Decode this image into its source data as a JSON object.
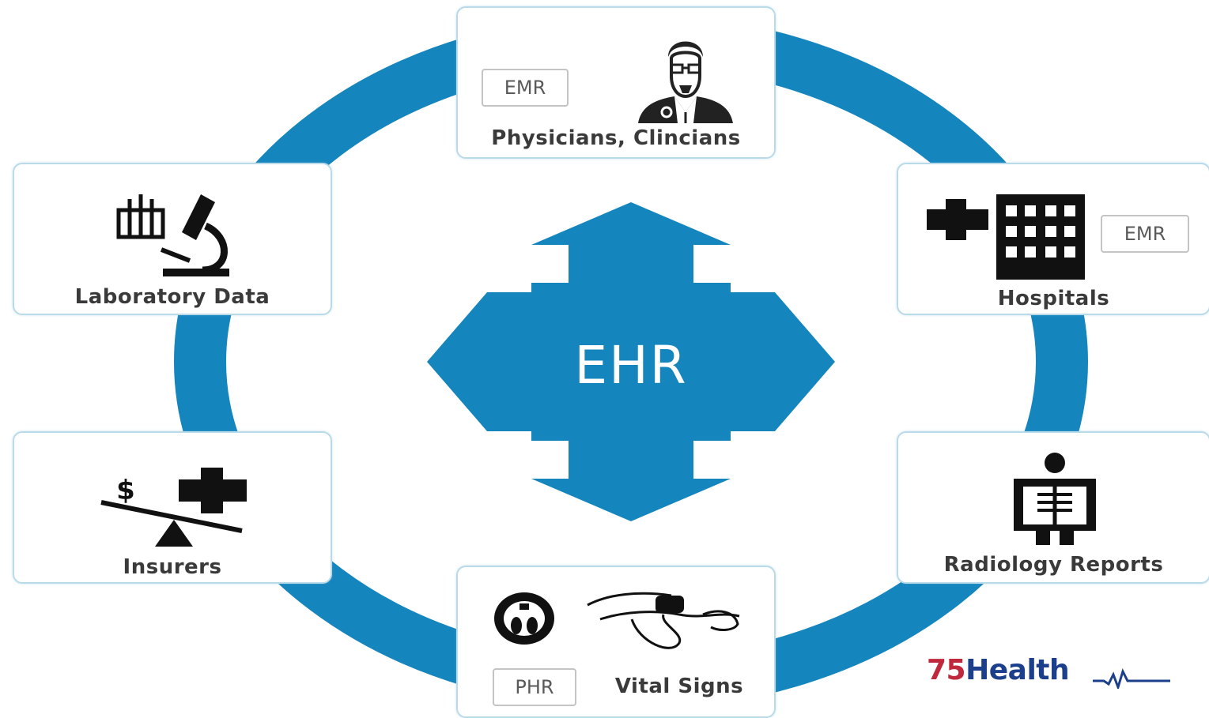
{
  "center": {
    "label": "EHR"
  },
  "nodes": {
    "physicians": {
      "label": "Physicians, Clincians",
      "tag": "EMR"
    },
    "hospitals": {
      "label": "Hospitals",
      "tag": "EMR"
    },
    "radiology": {
      "label": "Radiology Reports"
    },
    "vitals": {
      "label": "Vital Signs",
      "tag": "PHR"
    },
    "insurers": {
      "label": "Insurers"
    },
    "laboratory": {
      "label": "Laboratory Data"
    }
  },
  "logo": {
    "number": "75",
    "word": "Health"
  },
  "colors": {
    "ring": "#1585be",
    "arrow": "#1585be",
    "card_border": "#b9dbe9",
    "logo_red": "#c0283c",
    "logo_blue": "#1c3f8c"
  },
  "icons": {
    "physicians": "doctor-icon",
    "hospitals": [
      "medical-cross-icon",
      "hospital-building-icon"
    ],
    "radiology": "xray-person-icon",
    "vitals": [
      "weight-scale-icon",
      "blood-pressure-cuff-icon"
    ],
    "insurers": [
      "dollar-icon",
      "balance-scale-icon",
      "medical-cross-icon"
    ],
    "laboratory": [
      "test-tubes-icon",
      "microscope-icon"
    ]
  }
}
